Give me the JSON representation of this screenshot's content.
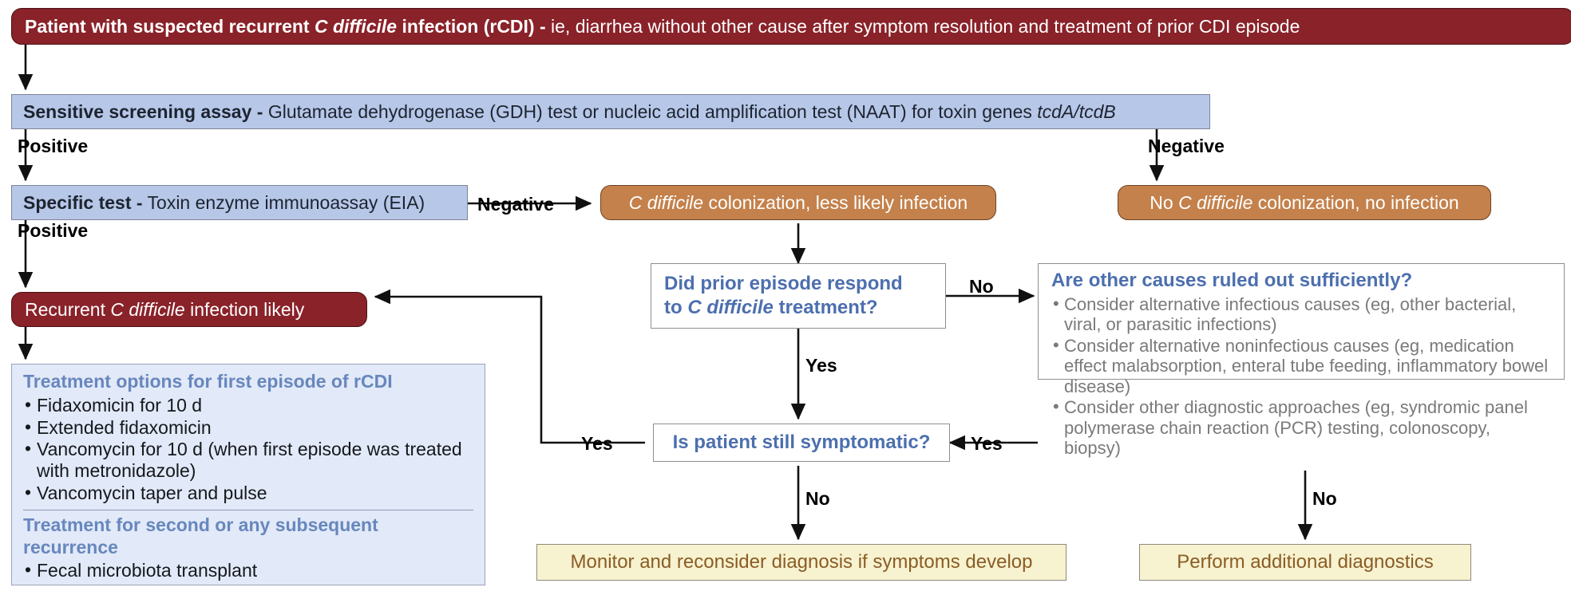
{
  "colors": {
    "dark_red": "#8a2229",
    "orange": "#c4814b",
    "blue_fill": "#b7c7e8",
    "blue_panel": "#e2e9f8",
    "question_text": "#4c6fae",
    "yellow_fill": "#f7f2cf",
    "yellow_text": "#8a5c26",
    "grey_text": "#7a7a7a"
  },
  "nodes": {
    "patient": {
      "lead": "Patient with suspected recurrent ",
      "lead_italic": "C difficile",
      "lead_tail": " infection (rCDI) -",
      "rest": " ie, diarrhea without other cause after symptom resolution and treatment of prior CDI episode"
    },
    "screening": {
      "lead": "Sensitive screening assay -",
      "rest": " Glutamate dehydrogenase (GDH) test or nucleic acid amplification test (NAAT) for toxin genes ",
      "genes": "tcdA/tcdB"
    },
    "specific_test": {
      "lead": "Specific test -",
      "rest": " Toxin enzyme immunoassay (EIA)"
    },
    "colonization": {
      "italic": "C difficile",
      "rest": " colonization, less likely infection"
    },
    "no_colonization": {
      "pre": "No ",
      "italic": "C difficile",
      "rest": " colonization, no infection"
    },
    "recurrent_likely": {
      "pre": "Recurrent ",
      "italic": "C difficile",
      "rest": " infection likely"
    },
    "prior_episode_q": {
      "line1": "Did prior episode respond",
      "line2_pre": "to ",
      "line2_italic": "C difficile",
      "line2_rest": " treatment?"
    },
    "symptomatic_q": {
      "text": "Is patient still symptomatic?"
    },
    "other_causes": {
      "heading": "Are other causes ruled out sufficiently?",
      "bullets": [
        "Consider alternative infectious causes (eg, other bacterial, viral, or parasitic infections)",
        "Consider alternative noninfectious causes (eg, medication effect malabsorption, enteral tube feeding, inflammatory bowel disease)",
        "Consider other diagnostic approaches (eg, syndromic panel polymerase chain reaction (PCR) testing, colonoscopy, biopsy)"
      ]
    },
    "treatment_panel": {
      "heading1": "Treatment options for first episode of rCDI",
      "bullets1": [
        "Fidaxomicin for 10 d",
        "Extended fidaxomicin",
        "Vancomycin for 10 d (when first episode was treated with metronidazole)",
        "Vancomycin taper and pulse"
      ],
      "heading2": "Treatment for second or any subsequent recurrence",
      "bullets2": [
        "Fecal microbiota transplant"
      ]
    },
    "monitor": {
      "text": "Monitor and reconsider diagnosis if symptoms develop"
    },
    "additional_diagnostics": {
      "text": "Perform additional diagnostics"
    }
  },
  "edge_labels": {
    "screen_positive": "Positive",
    "screen_negative": "Negative",
    "specific_positive": "Positive",
    "specific_negative": "Negative",
    "prior_no": "No",
    "prior_yes": "Yes",
    "symptomatic_yes_left": "Yes",
    "other_causes_yes": "Yes",
    "symptomatic_no": "No",
    "other_causes_no": "No"
  }
}
